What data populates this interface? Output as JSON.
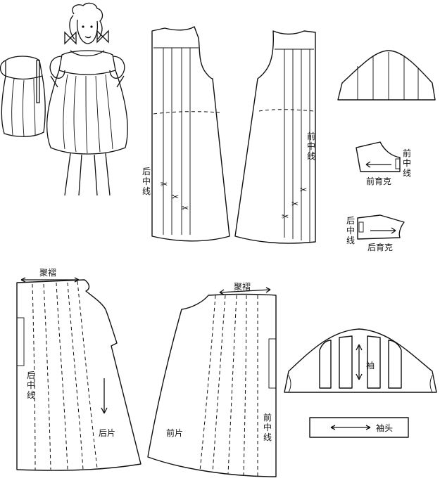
{
  "labels": {
    "back_center_line_upper": [
      "后",
      "中",
      "线"
    ],
    "front_center_line_upper": [
      "前",
      "中",
      "线"
    ],
    "front_yoke_center": [
      "前",
      "中",
      "线"
    ],
    "front_yoke": "前育克",
    "back_yoke_center": [
      "后",
      "中",
      "线"
    ],
    "back_yoke": "后育克",
    "gather_back": "聚褶",
    "gather_front": "聚褶",
    "back_skirt_center": [
      "后",
      "中",
      "线"
    ],
    "back_piece": "后片",
    "front_piece": "前片",
    "front_skirt_center": [
      "前",
      "中",
      "线"
    ],
    "sleeve": "袖",
    "cuff": "袖头"
  }
}
